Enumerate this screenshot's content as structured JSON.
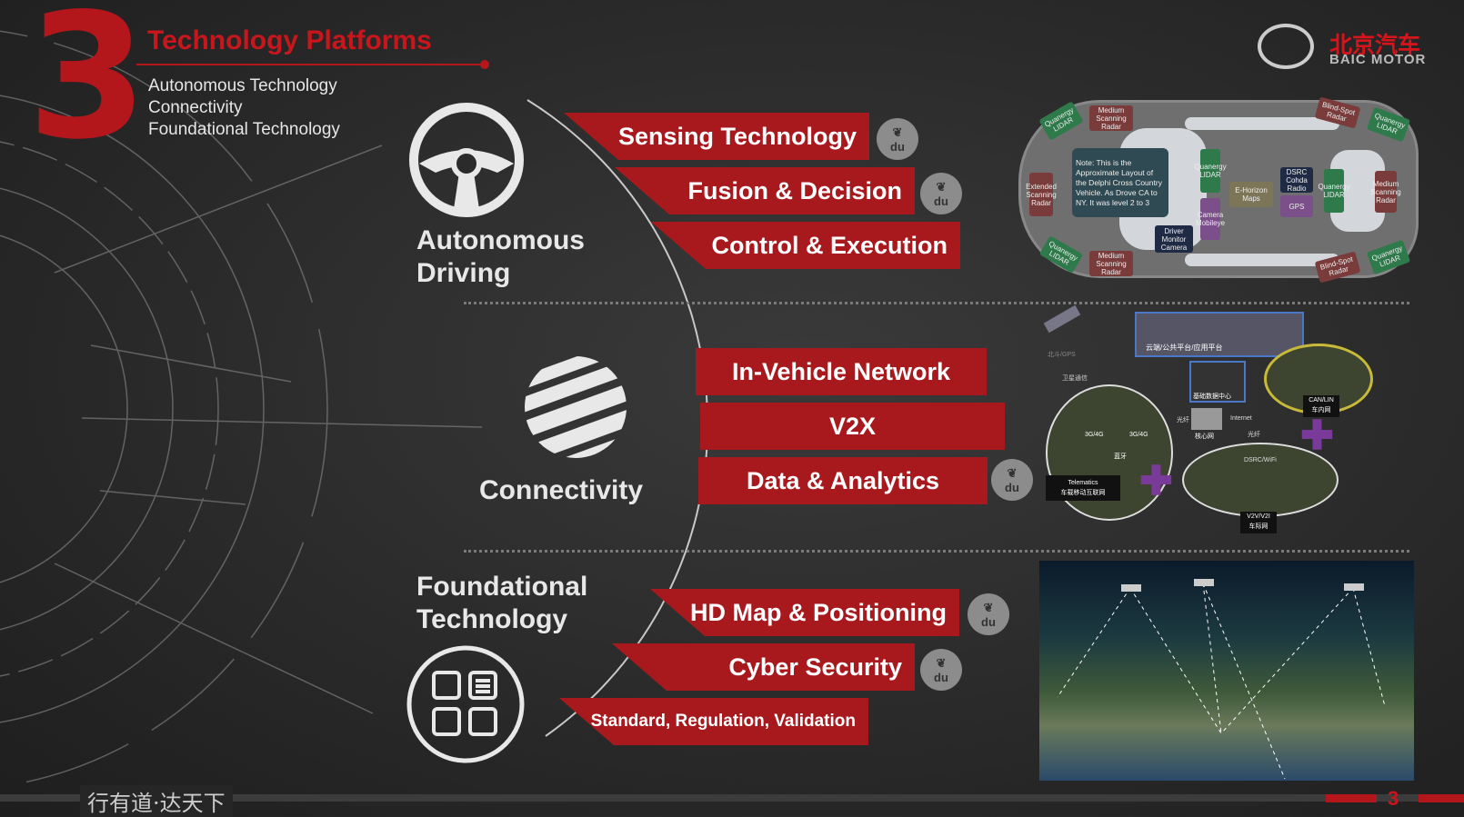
{
  "header": {
    "number": "3",
    "title": "Technology Platforms",
    "subtitle": [
      "Autonomous Technology",
      "Connectivity",
      "Foundational Technology"
    ]
  },
  "logo": {
    "cn": "北京汽车",
    "en": "BAIC MOTOR"
  },
  "sections": {
    "autonomous": {
      "title_l1": "Autonomous",
      "title_l2": "Driving",
      "items": [
        "Sensing Technology",
        "Fusion & Decision",
        "Control & Execution"
      ]
    },
    "connectivity": {
      "title": "Connectivity",
      "items": [
        "In-Vehicle Network",
        "V2X",
        "Data & Analytics"
      ]
    },
    "foundational": {
      "title_l1": "Foundational",
      "title_l2": "Technology",
      "items": [
        "HD Map & Positioning",
        "Cyber Security",
        "Standard, Regulation, Validation"
      ]
    }
  },
  "paw_label": "du",
  "car_diagram": {
    "note": "Note: This is the Approximate Layout of the Delphi Cross Country Vehicle. As Drove CA to NY. It was level 2 to 3",
    "labels": [
      "Quanergy LIDAR",
      "Medium Scanning Radar",
      "Extended Scanning Radar",
      "Quanergy LIDAR",
      "Medium Scanning Radar",
      "Quanergy LIDAR",
      "Camera Mobileye",
      "Driver Monitor Camera",
      "E-Horizon Maps",
      "DSRC Cohda Radio",
      "GPS",
      "Quanergy LIDAR",
      "Blind-Spot Radar",
      "Quanergy LIDAR",
      "Medium Scanning Radar",
      "Blind-Spot Radar",
      "Quanergy LIDAR"
    ]
  },
  "connect_diagram": {
    "cloud": "云端/公共平台/应用平台",
    "datacenter": "基础数据中心",
    "satellite": "北斗/GPS",
    "sat_link": "卫星通信",
    "cell1": "3G/4G",
    "cell2": "3G/4G",
    "bt": "蓝牙",
    "fiber1": "光纤",
    "fiber2": "光纤",
    "internet": "Internet",
    "core": "核心网",
    "telematics_en": "Telematics",
    "telematics_cn": "车载移动互联网",
    "can_en": "CAN/LIN",
    "can_cn": "车内网",
    "dsrc": "DSRC/WiFi",
    "v2v_en": "V2V/V2I",
    "v2v_cn": "车际网"
  },
  "footer": {
    "slogan": "行有道·达天下",
    "page": "3"
  },
  "colors": {
    "accent": "#a8191e",
    "text": "#e8e8e8"
  }
}
